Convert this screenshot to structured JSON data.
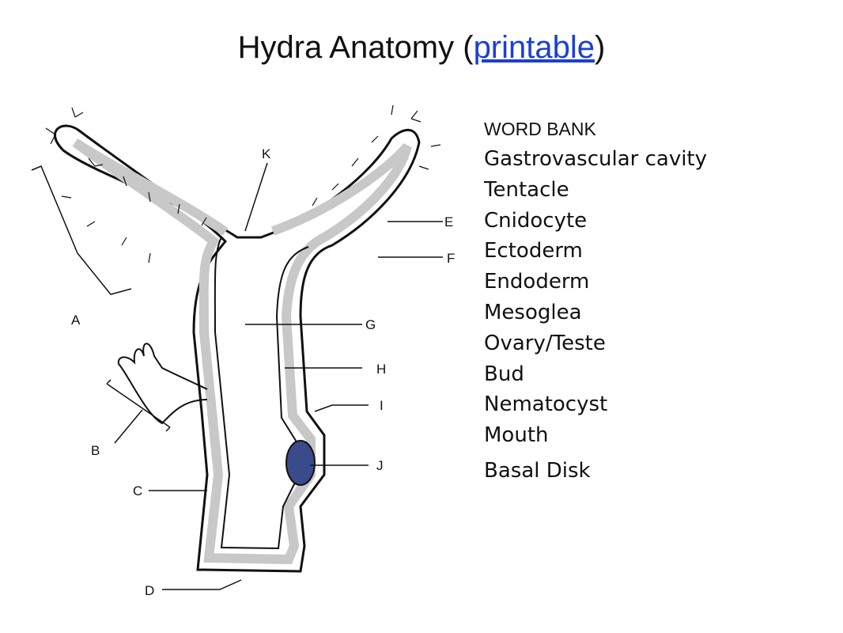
{
  "page": {
    "title_before": "Hydra Anatomy (",
    "title_link": "printable",
    "title_after": ")"
  },
  "word_bank": {
    "title": "WORD BANK",
    "items": [
      "Gastrovascular cavity",
      "Tentacle",
      "Cnidocyte",
      "Ectoderm",
      "Endoderm",
      "Mesoglea",
      "Ovary/Teste",
      "Bud",
      "Nematocyst",
      "Mouth",
      "Basal Disk"
    ]
  },
  "labels": {
    "A": "A",
    "B": "B",
    "C": "C",
    "D": "D",
    "E": "E",
    "F": "F",
    "G": "G",
    "H": "H",
    "I": "I",
    "J": "J",
    "K": "K"
  },
  "colors": {
    "link": "#1a3fd6",
    "body_wall": "#c8c8c8",
    "ovary": "#3a4a8a"
  }
}
